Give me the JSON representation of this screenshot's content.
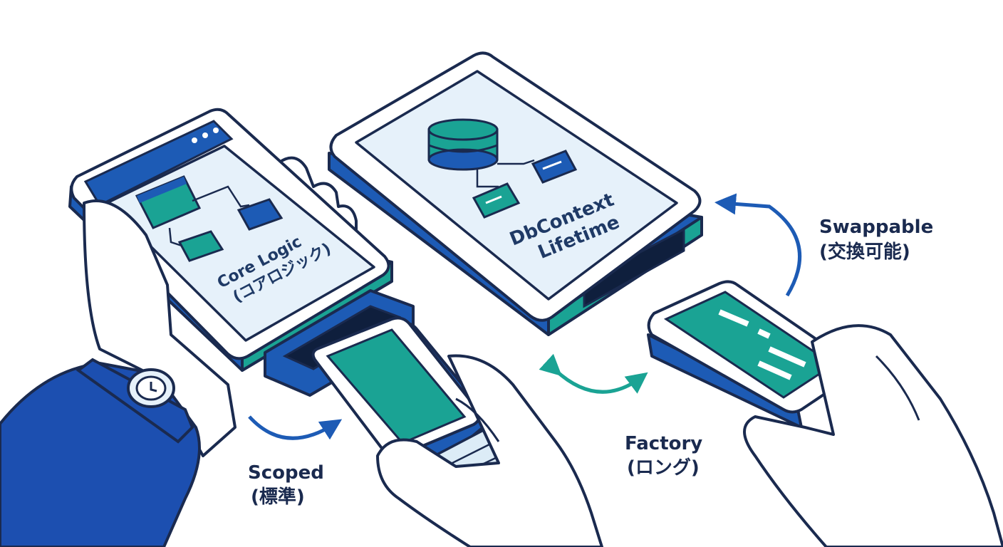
{
  "modules": {
    "core": {
      "line1": "Core Logic",
      "line2": "(コアロジック)"
    },
    "db": {
      "line1": "DbContext",
      "line2": "Lifetime"
    }
  },
  "labels": {
    "scoped": {
      "line1": "Scoped",
      "line2": "(標準)"
    },
    "factory": {
      "line1": "Factory",
      "line2": "(ロング)"
    },
    "swappable": {
      "line1": "Swappable",
      "line2": "(交換可能)"
    }
  },
  "colors": {
    "outline": "#1a2a4f",
    "blue": "#1d5bb5",
    "teal": "#1aa394",
    "screen": "#e6f1fa",
    "sleeve": "#1c4fb0"
  }
}
